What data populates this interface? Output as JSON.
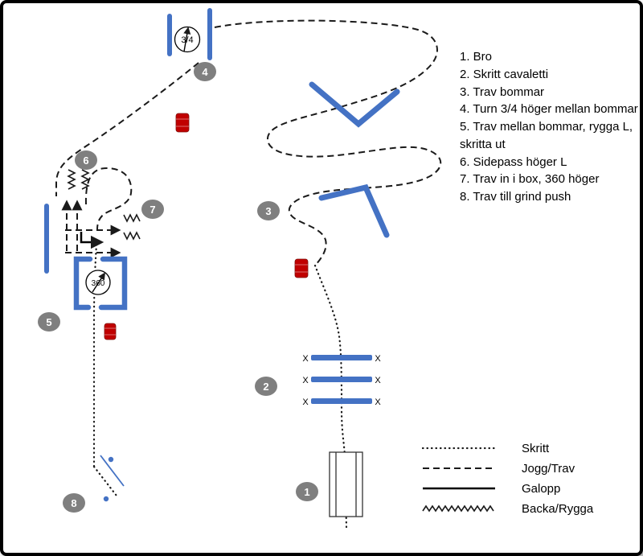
{
  "colors": {
    "pole_blue": "#4472c4",
    "barrel_red": "#c00000",
    "marker_gray": "#7f7f7f",
    "gate_blue": "#4472c4",
    "path_black": "#1a1a1a"
  },
  "instructions": {
    "items": [
      "1. Bro",
      "2. Skritt cavaletti",
      "3. Trav bommar",
      "4. Turn 3/4 höger mellan bommar",
      "5. Trav mellan bommar, rygga L, skritta ut",
      "6. Sidepass höger L",
      "7. Trav in i box, 360 höger",
      "8. Trav till grind push"
    ]
  },
  "legend": {
    "items": [
      {
        "label": "Skritt"
      },
      {
        "label": "Jogg/Trav"
      },
      {
        "label": "Galopp"
      },
      {
        "label": "Backa/Rygga"
      }
    ]
  },
  "markers": [
    "1",
    "2",
    "3",
    "4",
    "5",
    "6",
    "7",
    "8"
  ],
  "annotations": {
    "turn_circle": "3/4",
    "spin_circle": "360",
    "cavaletti_end": "X"
  }
}
